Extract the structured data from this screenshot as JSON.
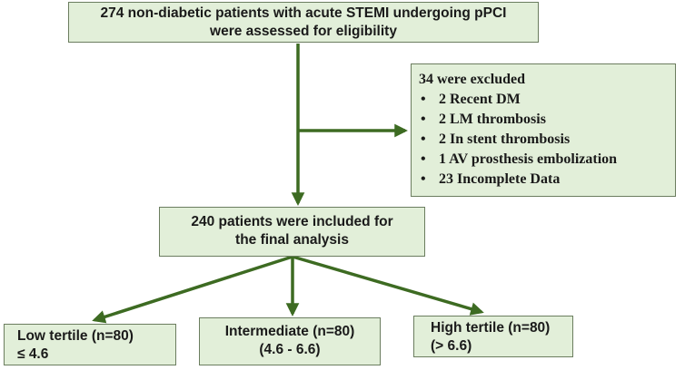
{
  "boxes": {
    "assessed": {
      "line1": "274 non-diabetic patients with acute STEMI undergoing pPCI",
      "line2": "were assessed for eligibility"
    },
    "excluded": {
      "title": "34 were excluded",
      "items": [
        "2 Recent DM",
        "2 LM thrombosis",
        "2 In stent thrombosis",
        "1 AV prosthesis embolization",
        "23 Incomplete Data"
      ]
    },
    "included": {
      "line1": "240 patients were included for",
      "line2": "the final analysis"
    },
    "low": {
      "line1": "Low tertile (n=80)",
      "line2": "≤ 4.6"
    },
    "intermediate": {
      "line1": "Intermediate (n=80)",
      "line2": "(4.6 - 6.6)"
    },
    "high": {
      "line1": "High tertile (n=80)",
      "line2": "(> 6.6)"
    }
  },
  "colors": {
    "box_fill": "#e2efd9",
    "box_border": "#6b7d5f",
    "arrow": "#3d6b22"
  }
}
